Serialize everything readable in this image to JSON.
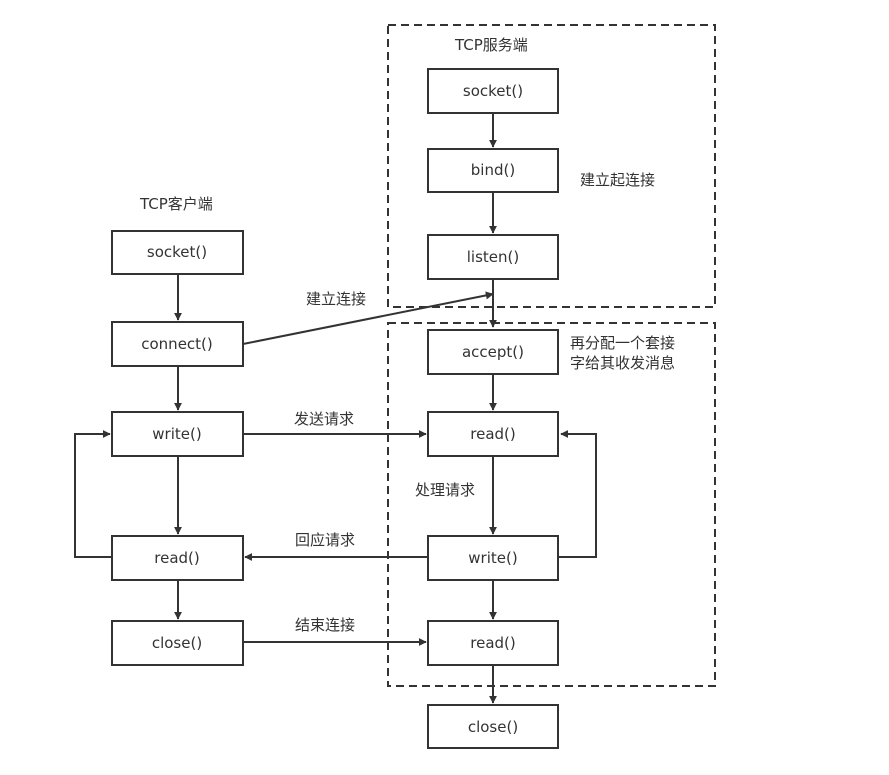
{
  "groups": {
    "server_top": {
      "label": "TCP服务端"
    },
    "server_bottom": {},
    "client": {
      "label": "TCP客户端"
    }
  },
  "nodes": {
    "s_socket": "socket()",
    "s_bind": "bind()",
    "s_listen": "listen()",
    "s_accept": "accept()",
    "s_read1": "read()",
    "s_write": "write()",
    "s_read2": "read()",
    "s_close": "close()",
    "c_socket": "socket()",
    "c_connect": "connect()",
    "c_write": "write()",
    "c_read": "read()",
    "c_close": "close()"
  },
  "annotations": {
    "establish_setup": "建立起连接",
    "establish": "建立连接",
    "reallocate_line1": "再分配一个套接",
    "reallocate_line2": "字给其收发消息",
    "send_request": "发送请求",
    "process_request": "处理请求",
    "respond_request": "回应请求",
    "end_connection": "结束连接"
  },
  "edges": [
    {
      "from": "s_socket",
      "to": "s_bind"
    },
    {
      "from": "s_bind",
      "to": "s_listen"
    },
    {
      "from": "s_listen",
      "to": "s_accept"
    },
    {
      "from": "s_accept",
      "to": "s_read1"
    },
    {
      "from": "s_read1",
      "to": "s_write",
      "label": "处理请求"
    },
    {
      "from": "s_write",
      "to": "s_read1",
      "label": ""
    },
    {
      "from": "s_write",
      "to": "s_read2"
    },
    {
      "from": "s_read2",
      "to": "s_close"
    },
    {
      "from": "c_socket",
      "to": "c_connect"
    },
    {
      "from": "c_connect",
      "to": "s_listen",
      "label": "建立连接"
    },
    {
      "from": "c_connect",
      "to": "c_write"
    },
    {
      "from": "c_write",
      "to": "c_read"
    },
    {
      "from": "c_read",
      "to": "c_write",
      "label": ""
    },
    {
      "from": "c_read",
      "to": "c_close"
    },
    {
      "from": "c_write",
      "to": "s_read1",
      "label": "发送请求"
    },
    {
      "from": "s_write",
      "to": "c_read",
      "label": "回应请求"
    },
    {
      "from": "c_close",
      "to": "s_read2",
      "label": "结束连接"
    }
  ]
}
